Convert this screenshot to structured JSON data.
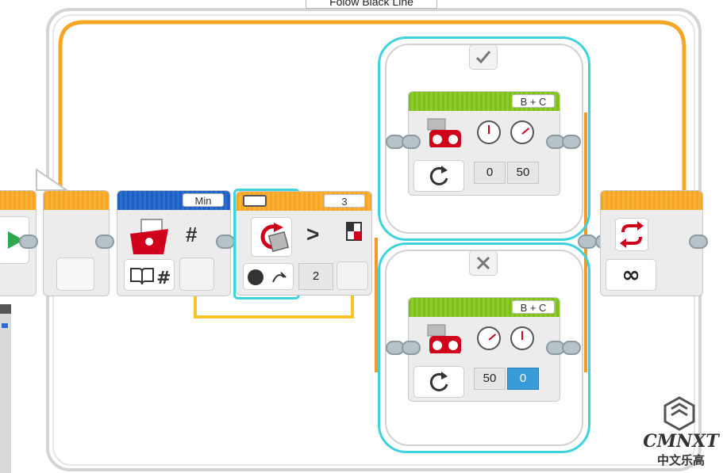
{
  "program": {
    "loop_label": "Folow Black Line",
    "loop_mode_icon": "infinity-icon"
  },
  "math_block": {
    "mode_label": "Min"
  },
  "switch_block": {
    "port": "3",
    "compare_symbol": ">",
    "threshold": "2",
    "true_case_icon": "check-icon",
    "false_case_icon": "cross-icon"
  },
  "true_case": {
    "ports": "B + C",
    "steering": "0",
    "power": "50"
  },
  "false_case": {
    "ports": "B + C",
    "steering": "50",
    "power": "0"
  },
  "watermark": {
    "brand": "CMNXT",
    "chinese": "中文乐高"
  },
  "colors": {
    "loop_orange": "#f6a623",
    "switch_border": "#3ed3dc",
    "wire_yellow": "#f7c62a",
    "math_blue": "#1d5fc2",
    "motor_green": "#7fbf1d"
  }
}
